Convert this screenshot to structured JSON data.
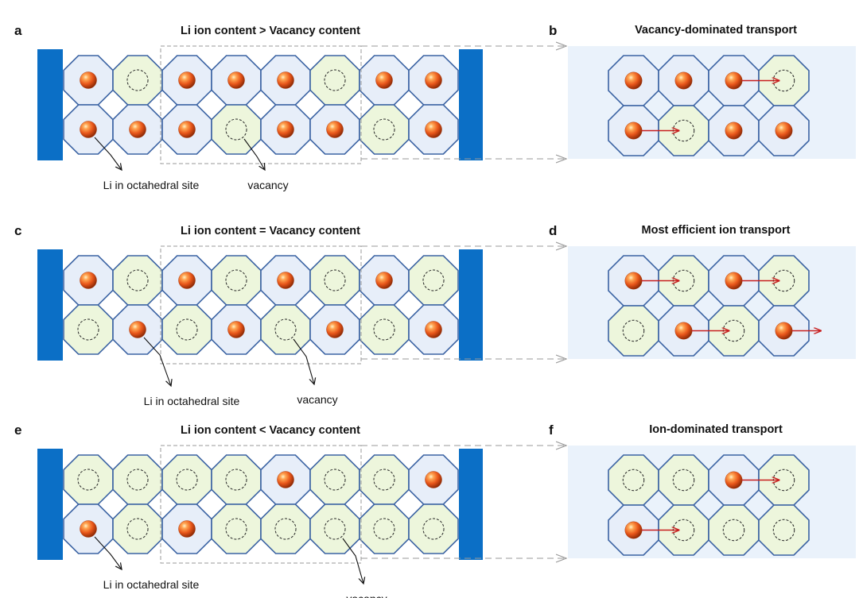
{
  "colors": {
    "electrode": "#0b6fc6",
    "cell_border": "#3b63a3",
    "cell_li_fill": "#e7eef9",
    "cell_vac_fill": "#edf6dc",
    "zoom_bg": "#eaf2fb",
    "arrow": "#c81e1e",
    "dashed": "#9a9a9a",
    "ion_main": "#e8561a"
  },
  "rows": [
    {
      "left": {
        "letter": "a",
        "title": "Li ion content > Vacancy content",
        "label_li": "Li in octahedral site",
        "label_vacancy": "vacancy",
        "grid": [
          [
            "li",
            "vac",
            "li",
            "li",
            "li",
            "vac",
            "li",
            "li"
          ],
          [
            "li",
            "li",
            "li",
            "vac",
            "li",
            "li",
            "vac",
            "li"
          ]
        ]
      },
      "right": {
        "letter": "b",
        "title": "Vacancy-dominated transport",
        "grid": [
          [
            "li",
            "li",
            "li",
            "vac"
          ],
          [
            "li",
            "vac",
            "li",
            "li"
          ]
        ]
      }
    },
    {
      "left": {
        "letter": "c",
        "title": "Li ion content = Vacancy content",
        "label_li": "Li in octahedral site",
        "label_vacancy": "vacancy",
        "grid": [
          [
            "li",
            "vac",
            "li",
            "vac",
            "li",
            "vac",
            "li",
            "vac"
          ],
          [
            "vac",
            "li",
            "vac",
            "li",
            "vac",
            "li",
            "vac",
            "li"
          ]
        ]
      },
      "right": {
        "letter": "d",
        "title": "Most efficient ion transport",
        "grid": [
          [
            "li",
            "vac",
            "li",
            "vac"
          ],
          [
            "vac",
            "li",
            "vac",
            "li"
          ]
        ]
      }
    },
    {
      "left": {
        "letter": "e",
        "title": "Li ion content < Vacancy content",
        "label_li": "Li in octahedral site",
        "label_vacancy": "vacancy",
        "grid": [
          [
            "vac",
            "vac",
            "vac",
            "vac",
            "li",
            "vac",
            "vac",
            "li"
          ],
          [
            "li",
            "vac",
            "li",
            "vac",
            "vac",
            "vac",
            "vac",
            "vac"
          ]
        ]
      },
      "right": {
        "letter": "f",
        "title": "Ion-dominated transport",
        "grid": [
          [
            "vac",
            "vac",
            "li",
            "vac"
          ],
          [
            "li",
            "vac",
            "vac",
            "vac"
          ]
        ]
      }
    }
  ]
}
